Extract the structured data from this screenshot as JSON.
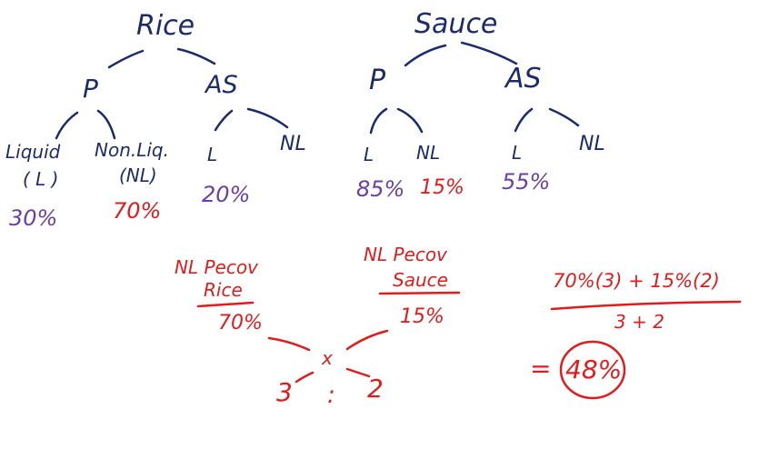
{
  "colors": {
    "tree": "#1c2b6b",
    "values": "#6a3fa8",
    "calc": "#e01c1c"
  },
  "rice_tree": {
    "root": "Rice",
    "p": "P",
    "as": "AS",
    "p_children": {
      "liquid_line1": "Liquid",
      "liquid_line2": "( L )",
      "nonliq_line1": "Non.Liq.",
      "nonliq_line2": "(NL)"
    },
    "as_children": {
      "l": "L",
      "nl": "NL"
    },
    "values": {
      "liquid": "30%",
      "nonliq": "70%",
      "as_l": "20%"
    }
  },
  "sauce_tree": {
    "root": "Sauce",
    "p": "P",
    "as": "AS",
    "p_children": {
      "l": "L",
      "nl": "NL"
    },
    "as_children": {
      "l": "L",
      "nl": "NL"
    },
    "values": {
      "p_l": "85%",
      "p_nl": "15%",
      "as_l": "55%"
    }
  },
  "alligation": {
    "rice_heading_1": "NL Pecov",
    "rice_heading_2": "Rice",
    "rice_value": "70%",
    "sauce_heading_1": "NL Pecov",
    "sauce_heading_2": "Sauce",
    "sauce_value": "15%",
    "center": "x",
    "ratio_left": "3",
    "ratio_sep": ":",
    "ratio_right": "2"
  },
  "formula": {
    "numerator": "70%(3) + 15%(2)",
    "denominator": "3 + 2",
    "equals": "=",
    "result": "48%"
  }
}
